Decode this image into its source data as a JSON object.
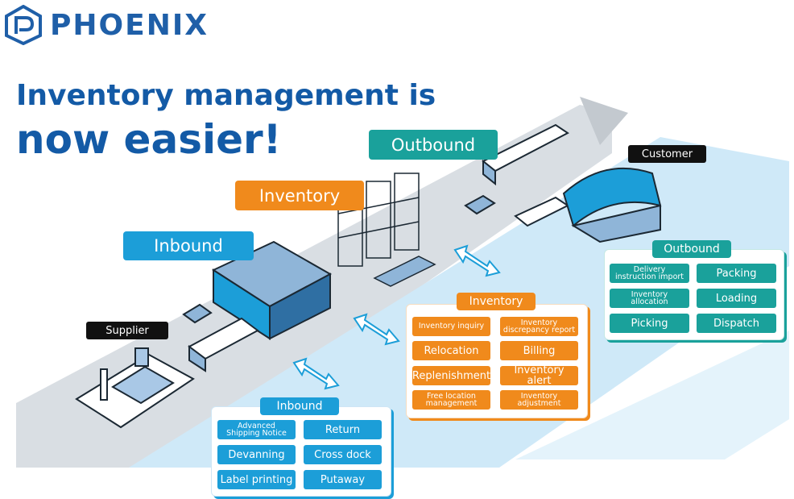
{
  "brand": {
    "name": "PHOENIX",
    "color": "#1f5fa8"
  },
  "headline": {
    "line1": "Inventory management is",
    "line2": "now easier!"
  },
  "stages": {
    "inbound": "Inbound",
    "inventory": "Inventory",
    "outbound": "Outbound"
  },
  "places": {
    "supplier": "Supplier",
    "customer": "Customer"
  },
  "panels": {
    "inbound": {
      "title": "Inbound",
      "items": [
        "Advanced\nShipping Notice",
        "Return",
        "Devanning",
        "Cross dock",
        "Label printing",
        "Putaway"
      ]
    },
    "inventory": {
      "title": "Inventory",
      "items": [
        "Inventory inquiry",
        "Inventory\ndiscrepancy report",
        "Relocation",
        "Billing",
        "Replenishment",
        "Inventory alert",
        "Free location\nmanagement",
        "Inventory\nadjustment"
      ]
    },
    "outbound": {
      "title": "Outbound",
      "items": [
        "Delivery\ninstruction import",
        "Packing",
        "Inventory\nallocation",
        "Loading",
        "Picking",
        "Dispatch"
      ]
    }
  },
  "colors": {
    "inbound": "#1c9ed8",
    "inventory": "#f08a1c",
    "outbound": "#1aa19b",
    "road": "#d9dee3",
    "lane": "#cfe9f8"
  },
  "icons": {
    "logo": "phoenix-logo-icon",
    "warehouse": "warehouse-icon",
    "racks": "storage-rack-icon",
    "truck": "truck-icon",
    "arrow": "double-arrow-icon",
    "factory": "factory-icon",
    "depot": "distribution-center-icon"
  }
}
